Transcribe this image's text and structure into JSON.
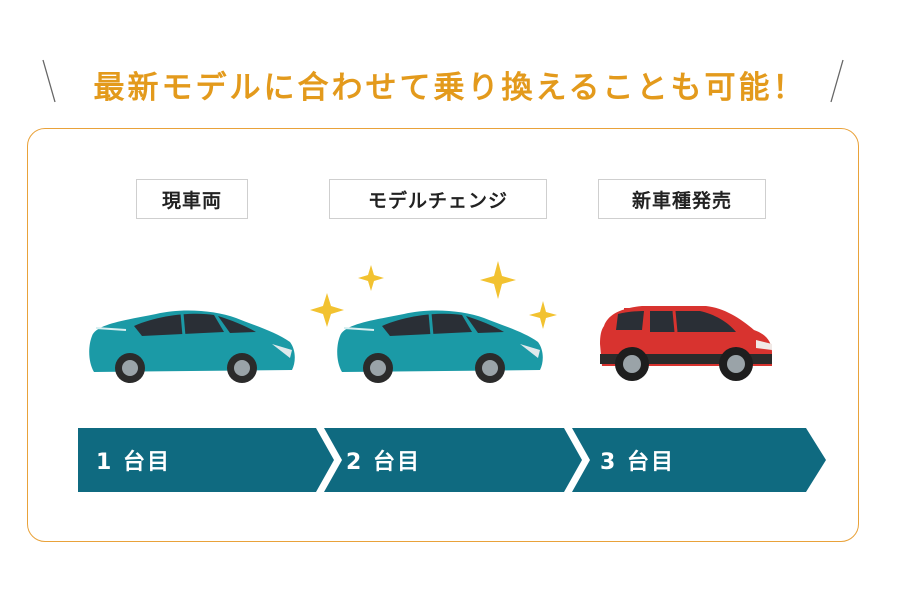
{
  "headline": "最新モデルに合わせて乗り換えることも可能！",
  "stages": [
    {
      "label": "現車両",
      "step": "1 台目"
    },
    {
      "label": "モデルチェンジ",
      "step": "2 台目"
    },
    {
      "label": "新車種発売",
      "step": "3 台目"
    }
  ],
  "colors": {
    "accent": "#e39a1c",
    "panel_border": "#e9a23a",
    "arrow": "#0f6a80",
    "car_teal": "#1b9aa6",
    "car_red": "#d8332f",
    "sparkle": "#f2c230"
  },
  "icons": [
    "sparkle-icon",
    "hybrid-car-icon",
    "suv-car-icon",
    "chevron-arrow-icon"
  ]
}
